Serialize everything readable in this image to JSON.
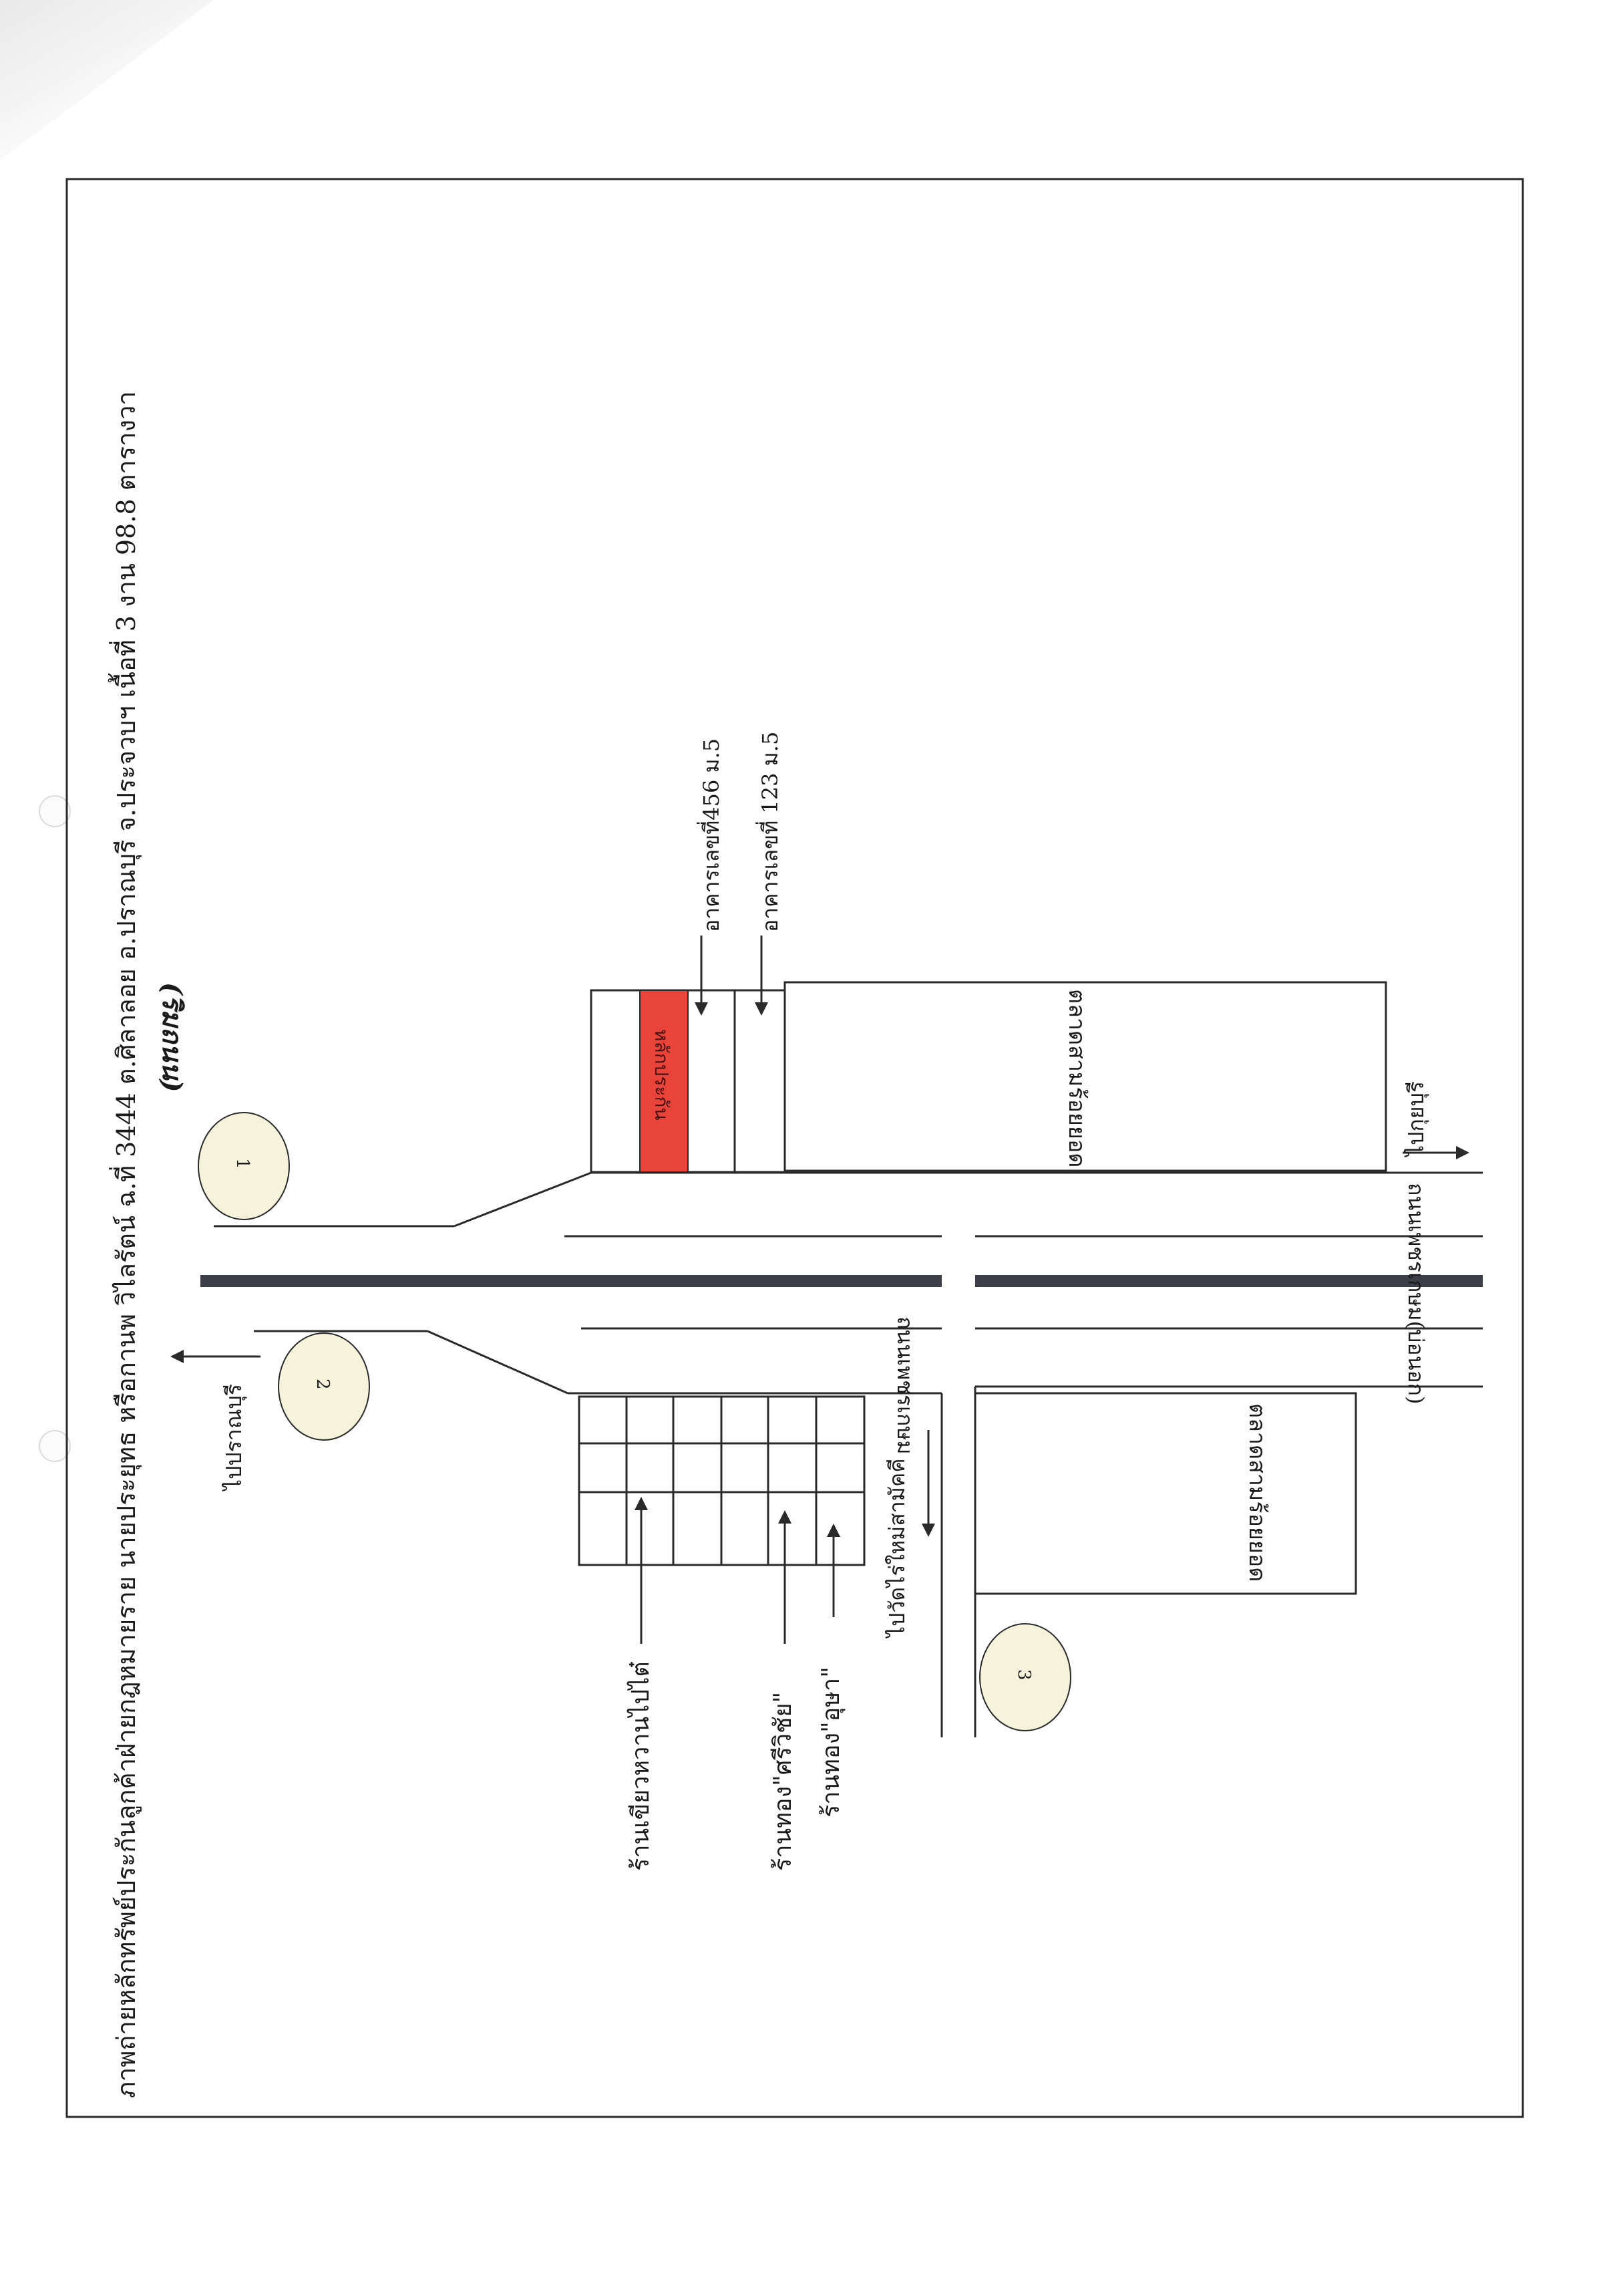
{
  "document": {
    "caption": "ภาพถ่ายหลักทรัพย์ประกันลูกค้าฝ่ายกฎหมายราย นายประยุทธ หรือกานพ วิไลรัตน์ ฉ.ที่ 3444 ต.ศิลาลอย อ.ปราณบุรี จ.ประจวบฯ เนื้อที่ 3 งาน 98.8 ตารางวา",
    "handwritten_note": "(ริมถนน)"
  },
  "map": {
    "buildings": {
      "market_north": "ตลาดสามร้อยยอด",
      "market_south": "ตลาดสามร้อยยอด",
      "collateral": "หลักประกัน",
      "building_456": "อาคารเลขที่456 ม.5",
      "building_123": "อาคารเลขที่ 123 ม.5"
    },
    "roads": {
      "east_road": "ถนนเพชรเกษม(บ่อนอก)",
      "west_road": "ถนนเพชรเกษม",
      "to_pranburi": "ไปปราณบุรี",
      "to_kuiburi": "ไปกุยบุรี",
      "to_wat": "ไปวัดไร่ใหม่สามัคคี"
    },
    "shops": {
      "restaurant": "ร้านเขียวหวานไปไต๋",
      "gold_1": "ร้านทอง\"ศรีวิชัย\"",
      "gold_2": "ร้านทอง\"อุษา\""
    },
    "markers": [
      "1",
      "2",
      "3"
    ]
  },
  "colors": {
    "collateral_fill": "#e8443a",
    "road_center": "#3c3f47",
    "marker_fill": "#f6f3dc",
    "line": "#2a2a2a"
  }
}
